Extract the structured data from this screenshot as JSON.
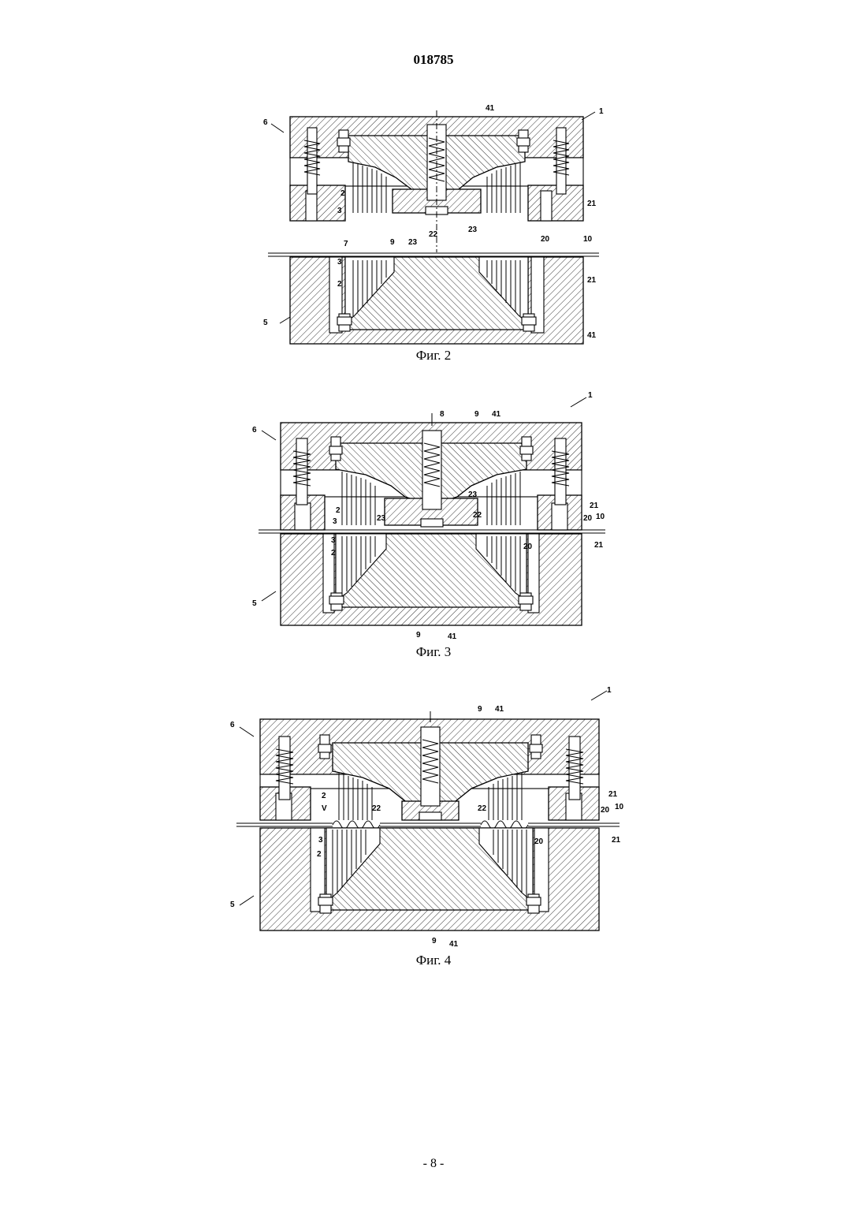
{
  "header": {
    "doc_number": "018785"
  },
  "figures": [
    {
      "caption": "Фиг. 2",
      "labels": {
        "a1": "1",
        "a6": "6",
        "a41t": "41",
        "a2t": "2",
        "a3t": "3",
        "a21t": "21",
        "a23t": "23",
        "a22": "22",
        "a7": "7",
        "a9": "9",
        "a23m": "23",
        "a20": "20",
        "a10": "10",
        "a3b": "3",
        "a2b": "2",
        "a21b": "21",
        "a5": "5",
        "a41b": "41"
      }
    },
    {
      "caption": "Фиг. 3",
      "labels": {
        "a1": "1",
        "a8": "8",
        "a9t": "9",
        "a41t": "41",
        "a6": "6",
        "a23r": "23",
        "a2t": "2",
        "a23l": "23",
        "a22": "22",
        "a21t": "21",
        "a3t": "3",
        "a20t": "20",
        "a10": "10",
        "a3b": "3",
        "a2b": "2",
        "a20b": "20",
        "a21b": "21",
        "a5": "5",
        "a9b": "9",
        "a41b": "41"
      }
    },
    {
      "caption": "Фиг. 4",
      "labels": {
        "a1": "1",
        "a9t": "9",
        "a41t": "41",
        "a6": "6",
        "a2t": "2",
        "aV": "V",
        "a22l": "22",
        "a22r": "22",
        "a21t": "21",
        "a20t": "20",
        "a10": "10",
        "a3": "3",
        "a2b": "2",
        "a20b": "20",
        "a21b": "21",
        "a5": "5",
        "a9b": "9",
        "a41b": "41"
      }
    }
  ],
  "footer": {
    "page": "- 8 -"
  }
}
